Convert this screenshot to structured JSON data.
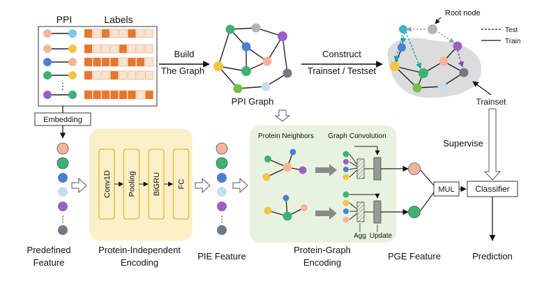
{
  "ppi_panel": {
    "ppi_header": "PPI",
    "labels_header": "Labels",
    "ellipsis": "⋮",
    "rows": [
      {
        "left": "#f5b49a",
        "right": "#7ec8e3",
        "labels": [
          1,
          0,
          1,
          0,
          0,
          1,
          0,
          0
        ]
      },
      {
        "left": "#f5b49a",
        "right": "#f4c542",
        "labels": [
          1,
          0,
          0,
          0,
          1,
          0,
          0,
          0
        ]
      },
      {
        "left": "#4a7fd4",
        "right": "#f5b49a",
        "labels": [
          1,
          1,
          1,
          1,
          0,
          1,
          1,
          0
        ]
      },
      {
        "left": "#3cb371",
        "right": "#f4c542",
        "labels": [
          1,
          0,
          0,
          1,
          0,
          0,
          0,
          0
        ]
      },
      {
        "left": "#9a5fc7",
        "right": "#3cb371",
        "labels": [
          1,
          1,
          1,
          1,
          1,
          1,
          0,
          1
        ]
      }
    ],
    "embedding_label": "Embedding"
  },
  "build_step": {
    "line1": "Build",
    "line2": "The Graph"
  },
  "ppi_graph": {
    "caption": "PPI   Graph"
  },
  "construct_step": {
    "line1": "Construct",
    "line2": "Trainset  / Testset"
  },
  "split_graph": {
    "root_node_label": "Root node",
    "legend_test": "Test",
    "legend_train": "Train",
    "trainset_label": "Trainset"
  },
  "predefined": {
    "caption_line1": "Predefined",
    "caption_line2": "Feature",
    "ellipsis": "⋮"
  },
  "pie_module": {
    "layers": [
      "Conv1D",
      "Pooling",
      "BiGRU",
      "FC"
    ],
    "caption_line1": "Protein-Independent",
    "caption_line2": "Encoding"
  },
  "pie_feature": {
    "caption": "PIE Feature",
    "ellipsis": "⋮"
  },
  "pge_module": {
    "neighbors_label": "Protein Neighbors",
    "graph_conv_label": "Graph Convolution",
    "agg_label": "Agg",
    "update_label": "Update",
    "caption_line1": "Protein-Graph",
    "caption_line2": "Encoding"
  },
  "pge_feature": {
    "caption": "PGE Feature"
  },
  "mul_box": {
    "label": "MUL"
  },
  "classifier": {
    "label": "Classifier"
  },
  "supervise": {
    "label": "Supervise"
  },
  "prediction": {
    "label": "Prediction"
  },
  "colors": {
    "pink": "#f5b49a",
    "green": "#3cb371",
    "blue": "#4a7fd4",
    "lightblue": "#c9def2",
    "purple": "#9a5fc7",
    "gray": "#6f7a85",
    "yellow": "#f4c542",
    "cyan": "#7ec8e3",
    "orange": "#e8762c",
    "label_off": "#fbe3cf",
    "pie_bg": "#fbf0c8",
    "pge_bg": "#e8f3df"
  }
}
